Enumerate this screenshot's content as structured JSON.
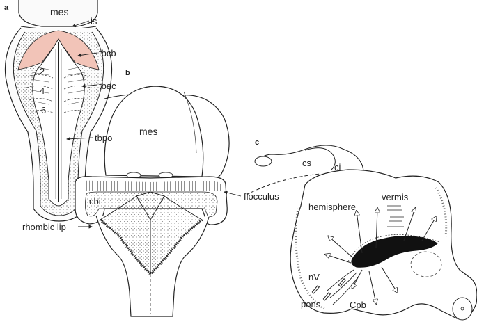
{
  "panels": {
    "a": {
      "letter": "a",
      "labels": {
        "mes": "mes",
        "is": "is",
        "tbcb": "tbcb",
        "tbac": "tbac",
        "tbpo": "tbpo",
        "n2": "2",
        "n4": "4",
        "n6": "6"
      },
      "colors": {
        "highlight": "#f2c4b8",
        "ink": "#222222"
      }
    },
    "b": {
      "letter": "b",
      "labels": {
        "mes": "mes",
        "cbi": "cbi",
        "flocculus": "flocculus",
        "rhombic_lip": "rhombic lip"
      }
    },
    "c": {
      "letter": "c",
      "labels": {
        "cs": "cs",
        "ci": "ci",
        "hemisphere": "hemisphere",
        "vermis": "vermis",
        "nV": "nV",
        "pons": "pons",
        "Cpb": "Cpb"
      }
    }
  }
}
